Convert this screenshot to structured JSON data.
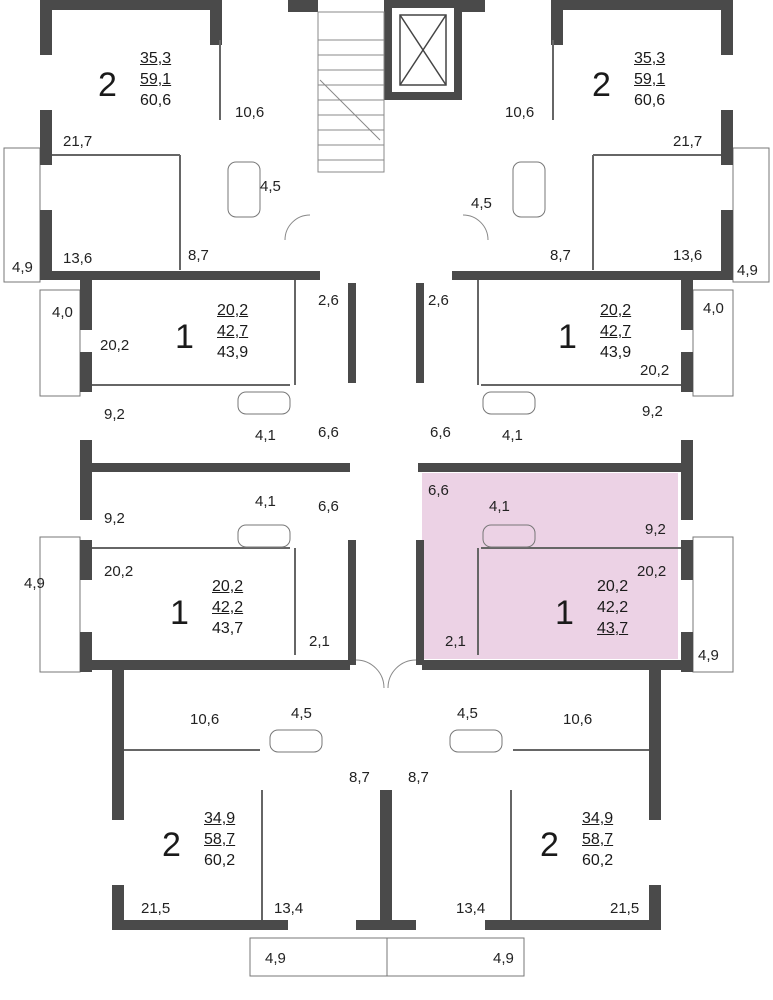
{
  "page": {
    "title": ""
  },
  "colors": {
    "wall": "#4a4a4a",
    "thin": "#666666",
    "highlight": "#ecd2e5",
    "text": "#222222"
  },
  "apartments": [
    {
      "id": "apt-tl",
      "rooms": "2",
      "living": "35,3",
      "total_no_balcony": "59,1",
      "total": "60,6",
      "underline": [
        0,
        1
      ]
    },
    {
      "id": "apt-tr",
      "rooms": "2",
      "living": "35,3",
      "total_no_balcony": "59,1",
      "total": "60,6",
      "underline": [
        0,
        1
      ]
    },
    {
      "id": "apt-ml1",
      "rooms": "1",
      "living": "20,2",
      "total_no_balcony": "42,7",
      "total": "43,9",
      "underline": [
        0,
        1
      ]
    },
    {
      "id": "apt-mr1",
      "rooms": "1",
      "living": "20,2",
      "total_no_balcony": "42,7",
      "total": "43,9",
      "underline": [
        0,
        1
      ]
    },
    {
      "id": "apt-ml2",
      "rooms": "1",
      "living": "20,2",
      "total_no_balcony": "42,2",
      "total": "43,7",
      "underline": [
        0,
        1
      ]
    },
    {
      "id": "apt-mr2",
      "rooms": "1",
      "living": "20,2",
      "total_no_balcony": "42,2",
      "total": "43,7",
      "underline": [
        2
      ],
      "highlighted": true
    },
    {
      "id": "apt-bl",
      "rooms": "2",
      "living": "34,9",
      "total_no_balcony": "58,7",
      "total": "60,2",
      "underline": [
        0,
        1
      ]
    },
    {
      "id": "apt-br",
      "rooms": "2",
      "living": "34,9",
      "total_no_balcony": "58,7",
      "total": "60,2",
      "underline": [
        0,
        1
      ]
    }
  ],
  "room_labels": [
    "10,6",
    "21,7",
    "4,5",
    "13,6",
    "8,7",
    "4,9",
    "10,6",
    "21,7",
    "4,5",
    "8,7",
    "13,6",
    "4,9",
    "4,0",
    "20,2",
    "2,6",
    "9,2",
    "4,1",
    "6,6",
    "2,6",
    "4,0",
    "20,2",
    "6,6",
    "4,1",
    "9,2",
    "9,2",
    "4,1",
    "6,6",
    "4,9",
    "20,2",
    "2,1",
    "6,6",
    "4,1",
    "9,2",
    "20,2",
    "2,1",
    "4,9",
    "10,6",
    "4,5",
    "8,7",
    "21,5",
    "13,4",
    "4,9",
    "4,5",
    "10,6",
    "8,7",
    "13,4",
    "21,5",
    "4,9"
  ]
}
